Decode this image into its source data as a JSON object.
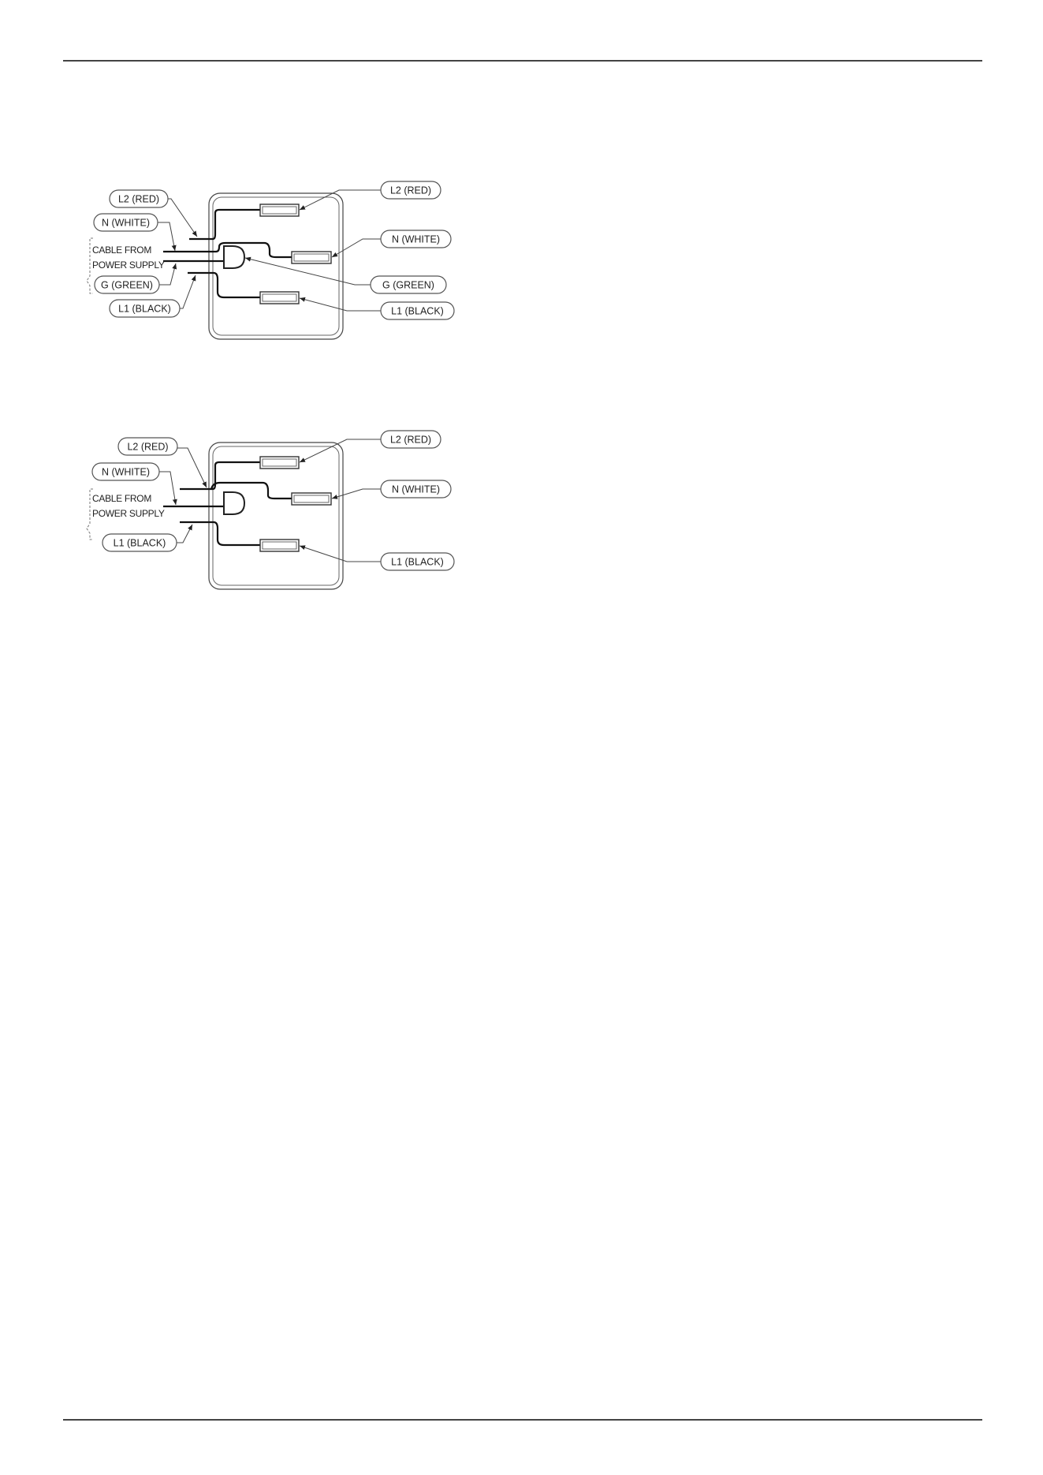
{
  "diagrams": [
    {
      "labels": {
        "l2_red_left": "L2 (RED)",
        "n_white_left": "N (WHITE)",
        "g_green_left": "G (GREEN)",
        "l1_black_left": "L1 (BLACK)",
        "l2_red_right": "L2 (RED)",
        "n_white_right": "N (WHITE)",
        "g_green_right": "G (GREEN)",
        "l1_black_right": "L1 (BLACK)",
        "cable_line1": "CABLE FROM",
        "cable_line2": "POWER SUPPLY"
      }
    },
    {
      "labels": {
        "l2_red_left": "L2 (RED)",
        "n_white_left": "N (WHITE)",
        "l1_black_left": "L1 (BLACK)",
        "l2_red_right": "L2 (RED)",
        "n_white_right": "N (WHITE)",
        "l1_black_right": "L1 (BLACK)",
        "cable_line1": "CABLE FROM",
        "cable_line2": "POWER SUPPLY"
      }
    }
  ]
}
